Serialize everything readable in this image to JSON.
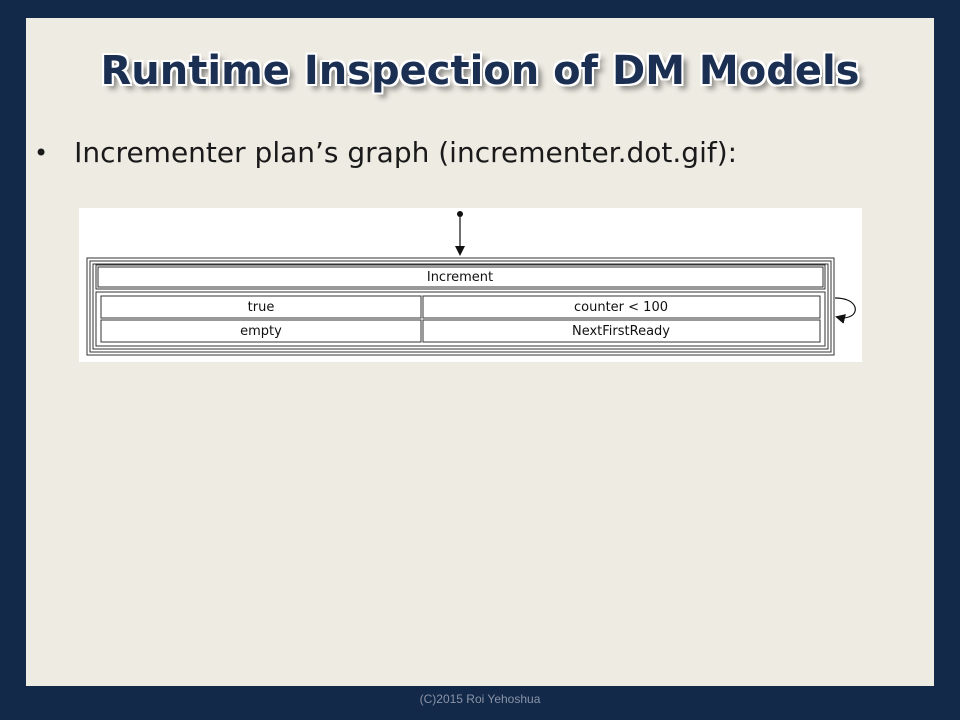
{
  "slide": {
    "title": "Runtime Inspection of DM Models",
    "bullet": "Incrementer plan’s graph (incrementer.dot.gif):",
    "footer": "(C)2015 Roi Yehoshua"
  },
  "diagram": {
    "node_title": "Increment",
    "rows": [
      [
        "true",
        "counter < 100"
      ],
      [
        "empty",
        "NextFirstReady"
      ]
    ]
  },
  "colors": {
    "background": "#13294a",
    "slide": "#eeebe3",
    "title": "#1b2f52"
  }
}
